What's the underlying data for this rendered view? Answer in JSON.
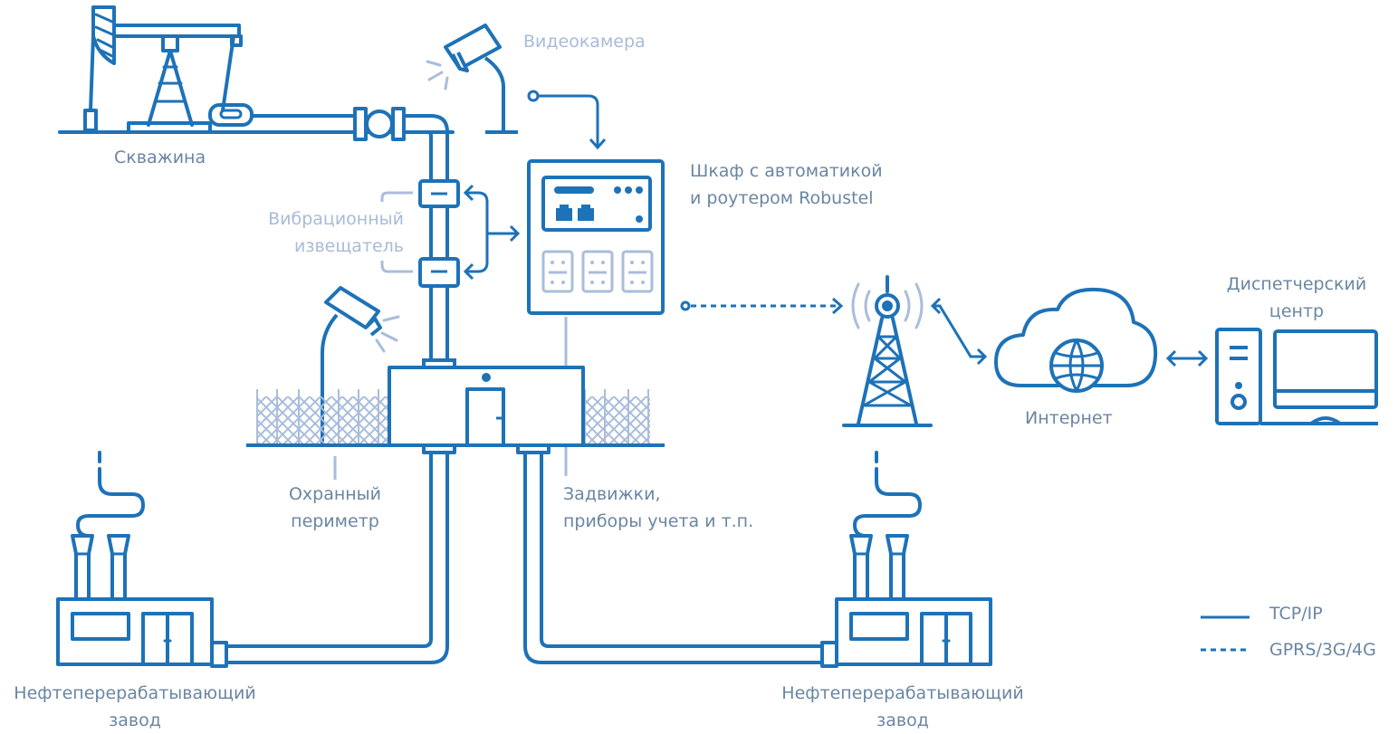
{
  "labels": {
    "well": "Скважина",
    "camera": "Видеокамера",
    "vibration": [
      "Вибрационный",
      "извещатель"
    ],
    "cabinet": [
      "Шкаф с автоматикой",
      "и роутером Robustel"
    ],
    "perimeter": [
      "Охранный",
      "периметр"
    ],
    "valves": [
      "Задвижки,",
      "приборы учета и т.п."
    ],
    "internet": "Интернет",
    "dispatch": [
      "Диспетчерский",
      "центр"
    ],
    "refinery_left": [
      "Нефтеперерабатывающий",
      "завод"
    ],
    "refinery_right": [
      "Нефтеперерабатывающий",
      "завод"
    ]
  },
  "legend": [
    {
      "label": "TCP/IP",
      "style": "solid"
    },
    {
      "label": "GPRS/3G/4G",
      "style": "dashed"
    }
  ],
  "colors": {
    "primary": "#1d72b8",
    "light": "#a9bddb",
    "text": "#6a86a2",
    "text_faint": "#a7bcd8"
  }
}
